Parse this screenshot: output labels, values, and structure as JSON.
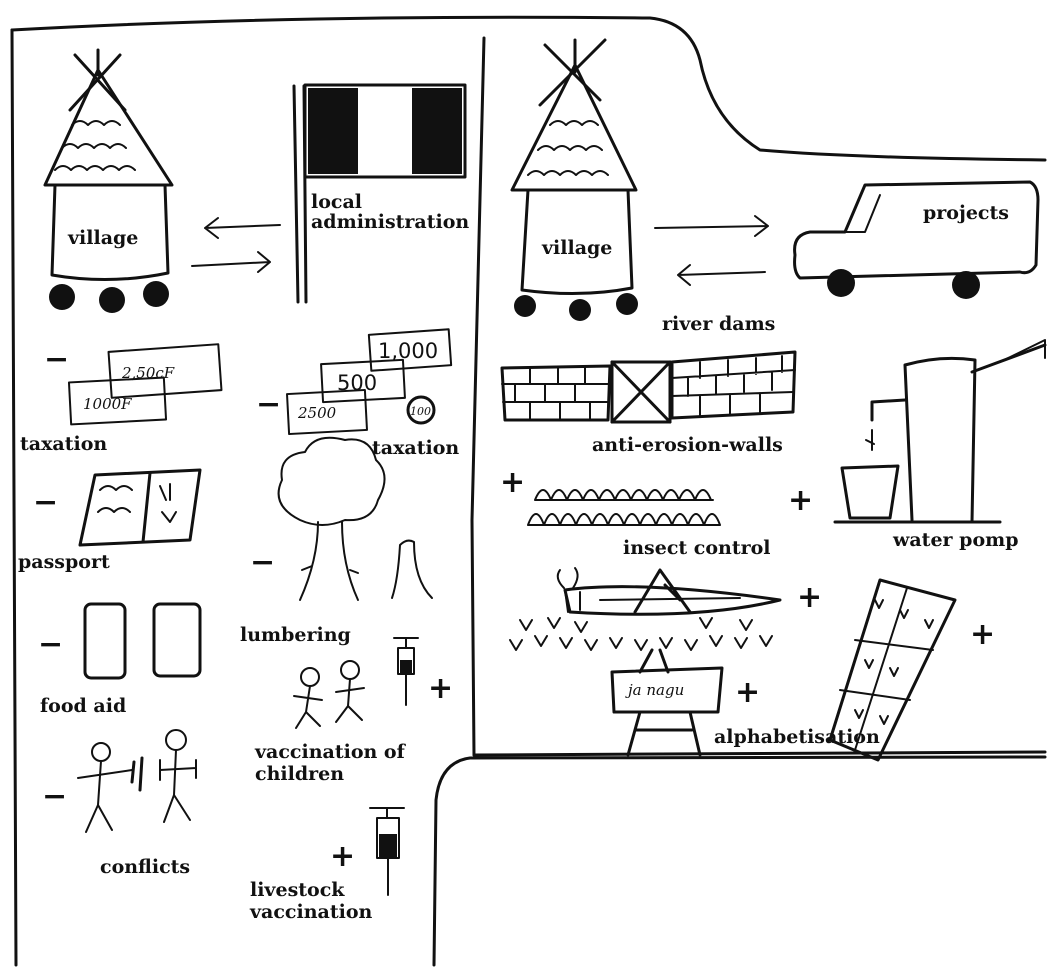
{
  "left": {
    "village": "village",
    "admin": [
      "local",
      "administration"
    ],
    "tax1": {
      "label": "taxation",
      "note1": "2,50cF",
      "note2": "1000F"
    },
    "tax2": {
      "label": "taxation",
      "n1": "1,000",
      "n2": "500",
      "n3": "2500",
      "coin": "100"
    },
    "passport": "passport",
    "lumbering": "lumbering",
    "food_aid": "food aid",
    "vacc_children": [
      "vaccination of",
      "children"
    ],
    "conflicts": "conflicts",
    "livestock": [
      "livestock",
      "vaccination"
    ],
    "signs": {
      "tax1": "−",
      "tax2": "−",
      "passport": "−",
      "lumbering": "−",
      "food_aid": "−",
      "conflicts": "−",
      "vacc_children": "+",
      "livestock": "+"
    }
  },
  "right": {
    "village": "village",
    "projects": "projects",
    "river_dams": "river dams",
    "anti_erosion": "anti-erosion-walls",
    "insect": "insect control",
    "water": "water pomp",
    "alpha": "alphabetisation",
    "board_text": "ja nagu",
    "signs": {
      "insect": "+",
      "water": "+",
      "grasshopper": "+",
      "alpha": "+",
      "map": "+"
    }
  }
}
